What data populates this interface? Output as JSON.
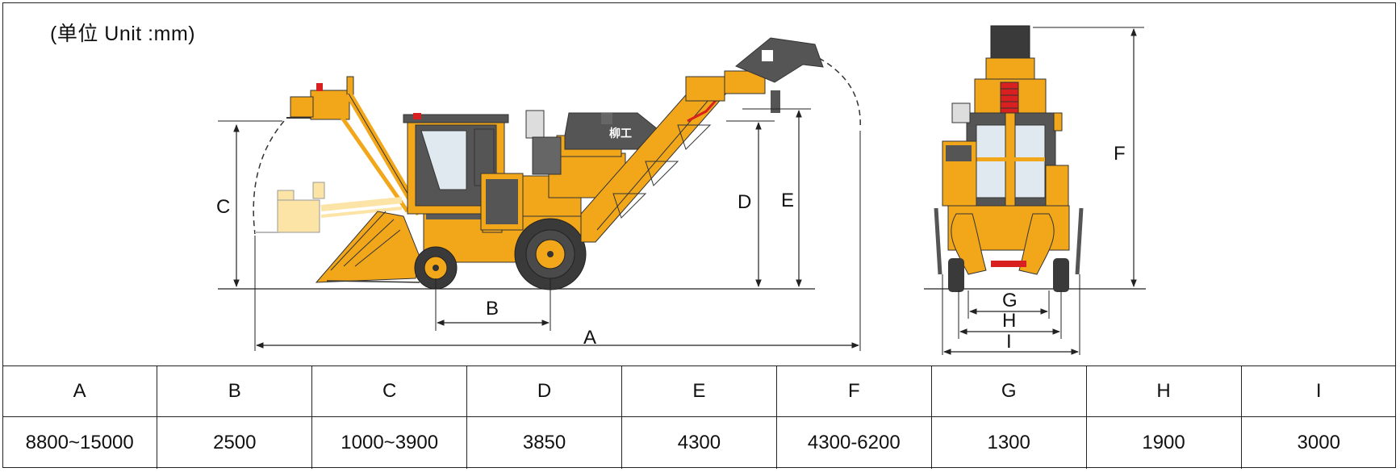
{
  "unit_note": "(单位  Unit :mm)",
  "brand_logo_text": "柳工",
  "dimension_labels": [
    "A",
    "B",
    "C",
    "D",
    "E",
    "F",
    "G",
    "H",
    "I"
  ],
  "table": {
    "headers": [
      "A",
      "B",
      "C",
      "D",
      "E",
      "F",
      "G",
      "H",
      "I"
    ],
    "values": [
      "8800~15000",
      "2500",
      "1000~3900",
      "3850",
      "4300",
      "4300-6200",
      "1300",
      "1900",
      "3000"
    ]
  },
  "colors": {
    "machine_yellow": "#F2A71B",
    "machine_dark": "#4A4A4A",
    "accent_red": "#D7201F",
    "line": "#222222"
  }
}
